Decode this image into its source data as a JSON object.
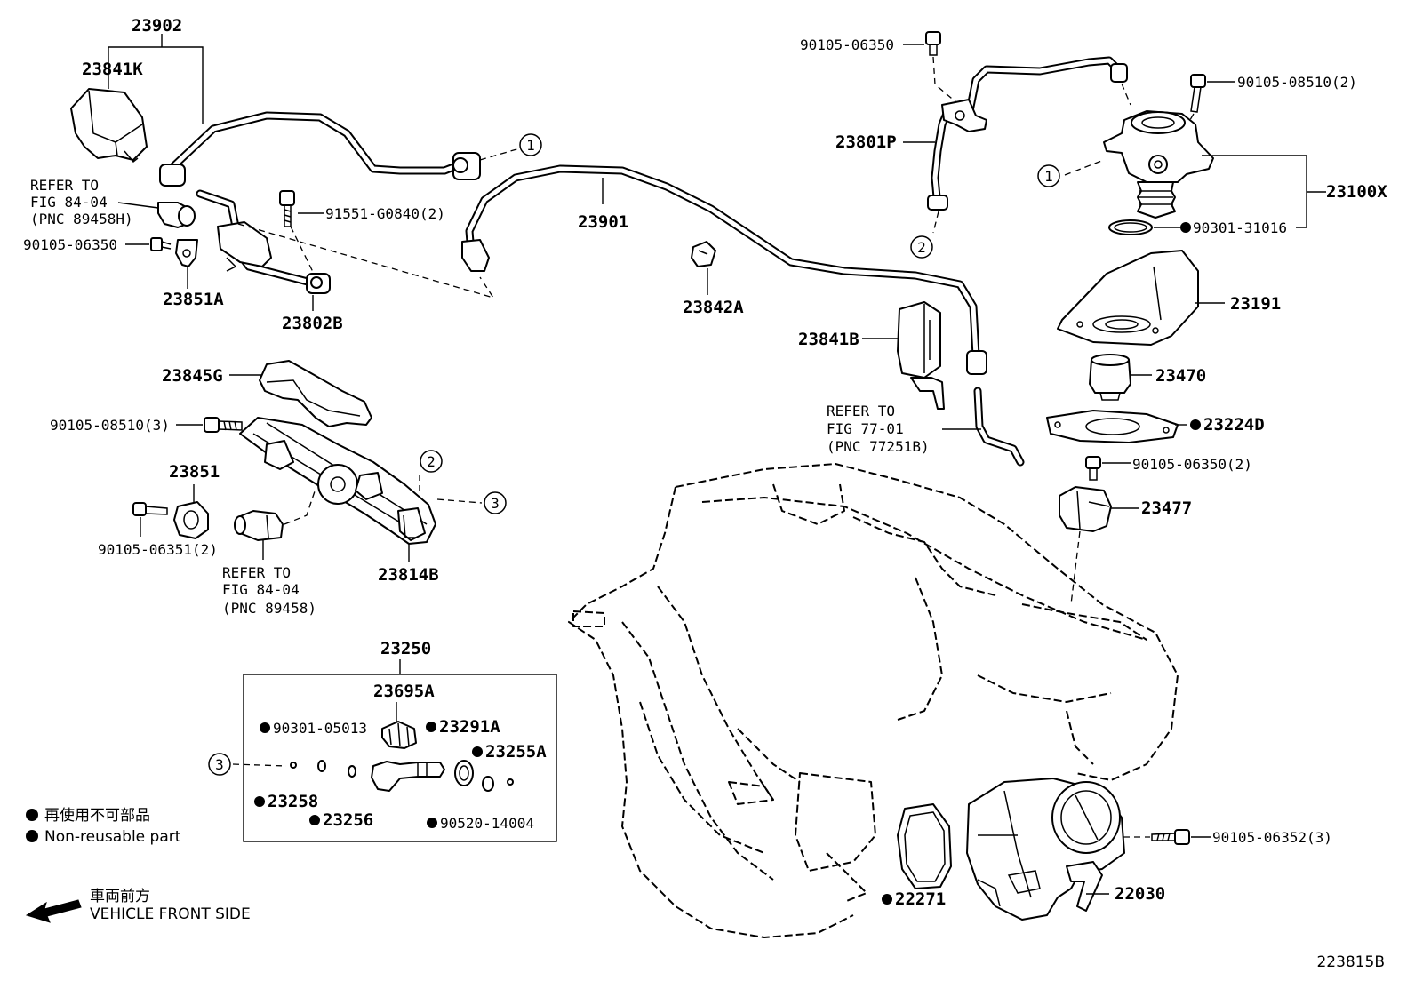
{
  "labels": {
    "p23902": "23902",
    "p23841K": "23841K",
    "refer1_a": "REFER TO",
    "refer1_b": "FIG 84-04",
    "refer1_c": "(PNC 89458H)",
    "b90105_06350_left": "90105-06350",
    "p23851A": "23851A",
    "p23802B": "23802B",
    "b91551": "91551-G0840(2)",
    "p23901": "23901",
    "p23842A": "23842A",
    "p23841B": "23841B",
    "refer2_a": "REFER TO",
    "refer2_b": "FIG 77-01",
    "refer2_c": "(PNC 77251B)",
    "b90105_06350_top": "90105-06350",
    "p23801P": "23801P",
    "b90105_08510_2": "90105-08510(2)",
    "p23100X": "23100X",
    "o90301_31016": "90301-31016",
    "p23191": "23191",
    "p23470": "23470",
    "p23224D": "23224D",
    "b90105_06350_2": "90105-06350(2)",
    "p23477": "23477",
    "p23845G": "23845G",
    "b90105_08510_3": "90105-08510(3)",
    "p23851": "23851",
    "b90105_06351_2": "90105-06351(2)",
    "refer3_a": "REFER TO",
    "refer3_b": "FIG 84-04",
    "refer3_c": "(PNC 89458)",
    "p23814B": "23814B",
    "p23250": "23250",
    "p23695A": "23695A",
    "o90301_05013": "90301-05013",
    "p23291A": "23291A",
    "p23255A": "23255A",
    "p23258": "23258",
    "p23256": "23256",
    "o90520_14004": "90520-14004",
    "p22271": "22271",
    "p22030": "22030",
    "b90105_06352_3": "90105-06352(3)",
    "callout1": "1",
    "callout2": "2",
    "callout3": "3"
  },
  "legend": {
    "nonreusable_jp": "再使用不可部品",
    "nonreusable_en": "Non-reusable part"
  },
  "direction": {
    "front_jp": "車両前方",
    "front_en": "VEHICLE FRONT SIDE"
  },
  "diagram_id": "223815B"
}
